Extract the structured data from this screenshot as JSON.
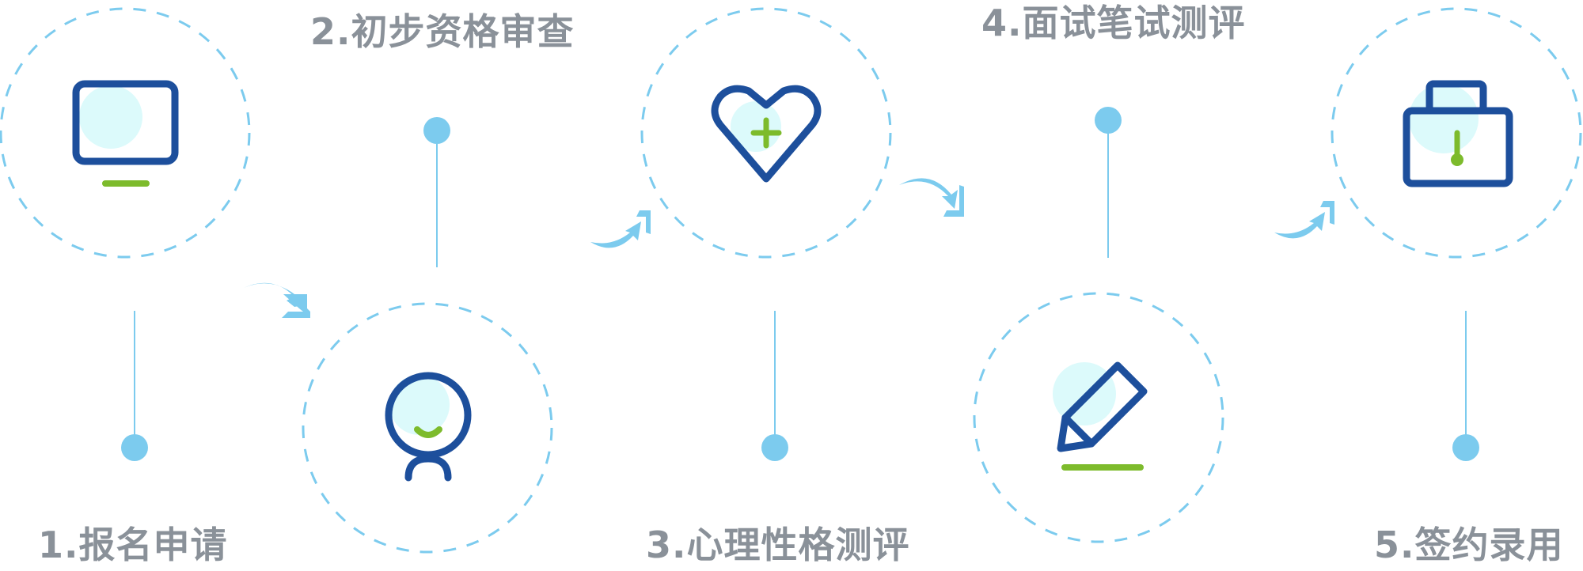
{
  "colors": {
    "circle_dash": "#7ccbee",
    "icon_stroke": "#1d4f9c",
    "icon_fill": "#dcfafb",
    "accent_green": "#7dbb2c",
    "connector": "#7ccbee",
    "dot": "#7ccbee",
    "arrow": "#7ccbee",
    "label_text": "#8a9199"
  },
  "steps": [
    {
      "label": "1.报名申请",
      "icon": "monitor-icon"
    },
    {
      "label": "2.初步资格审查",
      "icon": "person-icon"
    },
    {
      "label": "3.心理性格测评",
      "icon": "heart-plus-icon"
    },
    {
      "label": "4.面试笔试测评",
      "icon": "pencil-icon"
    },
    {
      "label": "5.签约录用",
      "icon": "briefcase-icon"
    }
  ],
  "flow_arrows": [
    "arrow-right-down",
    "arrow-right-up",
    "arrow-right-down",
    "arrow-right-up"
  ]
}
